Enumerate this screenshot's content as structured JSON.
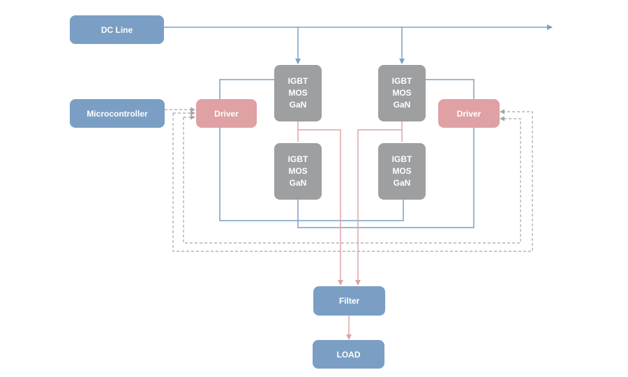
{
  "nodes": {
    "dc_line": "DC Line",
    "microcontroller": "Microcontroller",
    "driver_left": "Driver",
    "driver_right": "Driver",
    "switch_tl": [
      "IGBT",
      "MOS",
      "GaN"
    ],
    "switch_bl": [
      "IGBT",
      "MOS",
      "GaN"
    ],
    "switch_tr": [
      "IGBT",
      "MOS",
      "GaN"
    ],
    "switch_br": [
      "IGBT",
      "MOS",
      "GaN"
    ],
    "filter": "Filter",
    "load": "LOAD"
  },
  "colors": {
    "power_node": "#7b9fc4",
    "driver_node": "#dfa1a4",
    "switch_node": "#9d9fa1",
    "dc_wire": "#7b9fc4",
    "output_wire": "#e0a3a6",
    "control_wire": "#a5a5a5"
  }
}
